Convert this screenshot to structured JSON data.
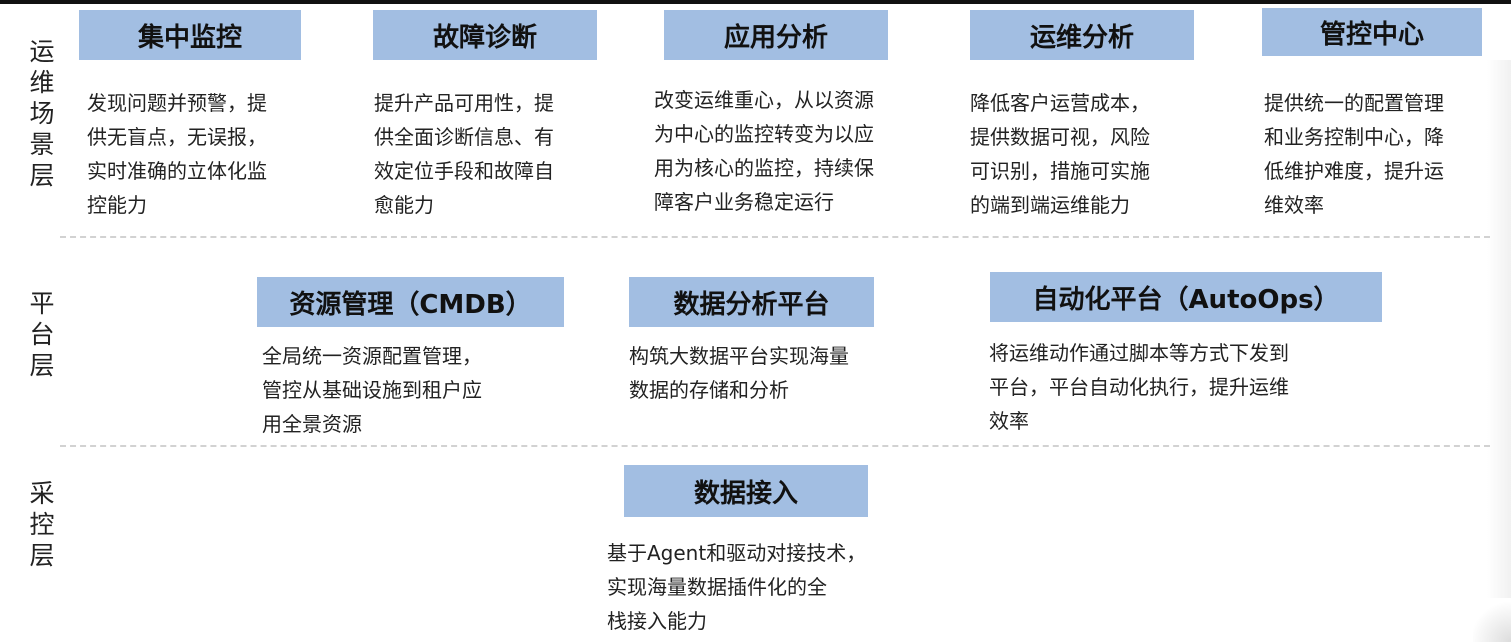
{
  "layers": {
    "ops_scene": "运\n维\n场\n景\n层",
    "platform": "平\n台\n层",
    "collection": "采\n控\n层"
  },
  "scenarios": [
    {
      "title": "集中监控",
      "desc": "发现问题并预警，提\n供无盲点，无误报，\n实时准确的立体化监\n控能力"
    },
    {
      "title": "故障诊断",
      "desc": "提升产品可用性，提\n供全面诊断信息、有\n效定位手段和故障自\n愈能力"
    },
    {
      "title": "应用分析",
      "desc": "改变运维重心，从以资源\n为中心的监控转变为以应\n用为核心的监控，持续保\n障客户业务稳定运行"
    },
    {
      "title": "运维分析",
      "desc": "降低客户运营成本，\n提供数据可视，风险\n可识别，措施可实施\n的端到端运维能力"
    },
    {
      "title": "管控中心",
      "desc": "提供统一的配置管理\n和业务控制中心，降\n低维护难度，提升运\n维效率"
    }
  ],
  "platforms": [
    {
      "title": "资源管理（CMDB）",
      "desc": "全局统一资源配置管理，\n管控从基础设施到租户应\n用全景资源"
    },
    {
      "title": "数据分析平台",
      "desc": "构筑大数据平台实现海量\n数据的存储和分析"
    },
    {
      "title": "自动化平台（AutoOps）",
      "desc": "将运维动作通过脚本等方式下发到\n平台，平台自动化执行，提升运维\n效率"
    }
  ],
  "collection": {
    "title": "数据接入",
    "desc": "基于Agent和驱动对接技术，\n实现海量数据插件化的全\n栈接入能力"
  },
  "colors": {
    "title_bg": "#a2bee2",
    "separator": "#d2d2d2"
  }
}
